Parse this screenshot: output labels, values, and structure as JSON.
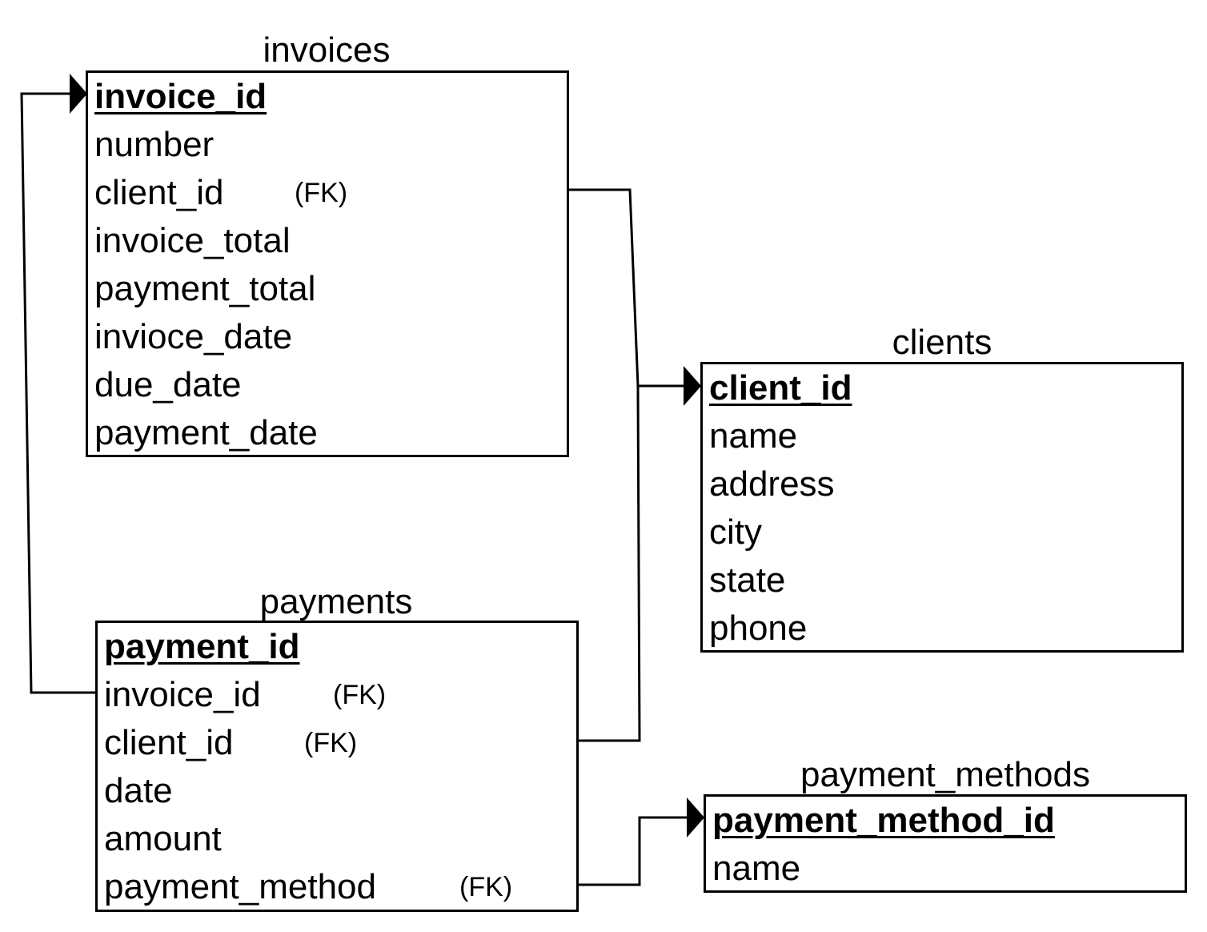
{
  "tables": {
    "invoices": {
      "title": "invoices",
      "fields": [
        {
          "name": "invoice_id",
          "pk": true,
          "fk": ""
        },
        {
          "name": "number",
          "pk": false,
          "fk": ""
        },
        {
          "name": "client_id",
          "pk": false,
          "fk": "(FK)"
        },
        {
          "name": "invoice_total",
          "pk": false,
          "fk": ""
        },
        {
          "name": "payment_total",
          "pk": false,
          "fk": ""
        },
        {
          "name": "invioce_date",
          "pk": false,
          "fk": ""
        },
        {
          "name": "due_date",
          "pk": false,
          "fk": ""
        },
        {
          "name": "payment_date",
          "pk": false,
          "fk": ""
        }
      ]
    },
    "clients": {
      "title": "clients",
      "fields": [
        {
          "name": "client_id",
          "pk": true,
          "fk": ""
        },
        {
          "name": "name",
          "pk": false,
          "fk": ""
        },
        {
          "name": "address",
          "pk": false,
          "fk": ""
        },
        {
          "name": "city",
          "pk": false,
          "fk": ""
        },
        {
          "name": "state",
          "pk": false,
          "fk": ""
        },
        {
          "name": "phone",
          "pk": false,
          "fk": ""
        }
      ]
    },
    "payments": {
      "title": "payments",
      "fields": [
        {
          "name": "payment_id",
          "pk": true,
          "fk": ""
        },
        {
          "name": "invoice_id",
          "pk": false,
          "fk": "(FK)"
        },
        {
          "name": "client_id",
          "pk": false,
          "fk": "(FK)"
        },
        {
          "name": "date",
          "pk": false,
          "fk": ""
        },
        {
          "name": "amount",
          "pk": false,
          "fk": ""
        },
        {
          "name": "payment_method",
          "pk": false,
          "fk": "(FK)"
        }
      ]
    },
    "payment_methods": {
      "title": "payment_methods",
      "fields": [
        {
          "name": "payment_method_id",
          "pk": true,
          "fk": ""
        },
        {
          "name": "name",
          "pk": false,
          "fk": ""
        }
      ]
    }
  },
  "relationships": [
    {
      "from_table": "invoices",
      "from_field": "client_id",
      "to_table": "clients",
      "to_field": "client_id"
    },
    {
      "from_table": "payments",
      "from_field": "client_id",
      "to_table": "clients",
      "to_field": "client_id"
    },
    {
      "from_table": "payments",
      "from_field": "invoice_id",
      "to_table": "invoices",
      "to_field": "invoice_id"
    },
    {
      "from_table": "payments",
      "from_field": "payment_method",
      "to_table": "payment_methods",
      "to_field": "payment_method_id"
    }
  ],
  "colors": {
    "line": "#000000",
    "background": "#ffffff"
  }
}
